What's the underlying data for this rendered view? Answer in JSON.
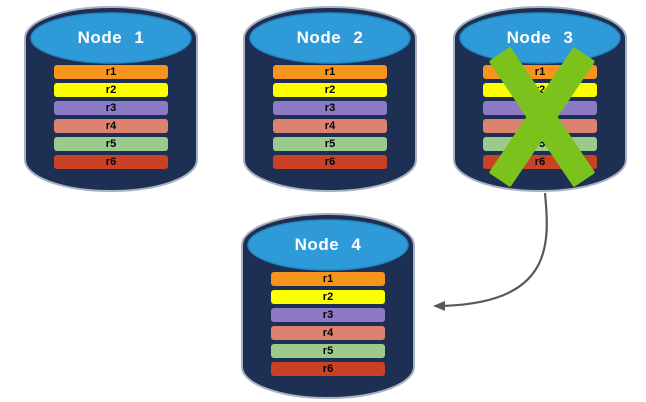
{
  "diagram": {
    "description": "Database replication diagram: replicas r1-r6 copied across nodes; failed Node 3 recovers to Node 4",
    "nodes": [
      {
        "label": "Node 1",
        "failed": false,
        "replicas": [
          "r1",
          "r2",
          "r3",
          "r4",
          "r5",
          "r6"
        ]
      },
      {
        "label": "Node 2",
        "failed": false,
        "replicas": [
          "r1",
          "r2",
          "r3",
          "r4",
          "r5",
          "r6"
        ]
      },
      {
        "label": "Node 3",
        "failed": true,
        "replicas": [
          "r1",
          "r2",
          "r3",
          "r4",
          "r5",
          "r6"
        ]
      },
      {
        "label": "Node 4",
        "failed": false,
        "replicas": [
          "r1",
          "r2",
          "r3",
          "r4",
          "r5",
          "r6"
        ]
      }
    ],
    "replica_colors": {
      "r1": "#F7941E",
      "r2": "#FEFF00",
      "r3": "#8C7BC4",
      "r4": "#DE8270",
      "r5": "#9CC98C",
      "r6": "#C94226"
    },
    "colors": {
      "cylinder_body": "#1E2F54",
      "cylinder_outline": "#A9B2C2",
      "cylinder_top": "#2E9AD8",
      "cylinder_top_outline": "#2188C4",
      "node_label_text": "#FFFFFF",
      "replica_label_text": "#000000",
      "failure_x": "#7CC21C",
      "arrow": "#595959"
    },
    "arrow": {
      "from": "Node 3",
      "to": "Node 4"
    }
  }
}
